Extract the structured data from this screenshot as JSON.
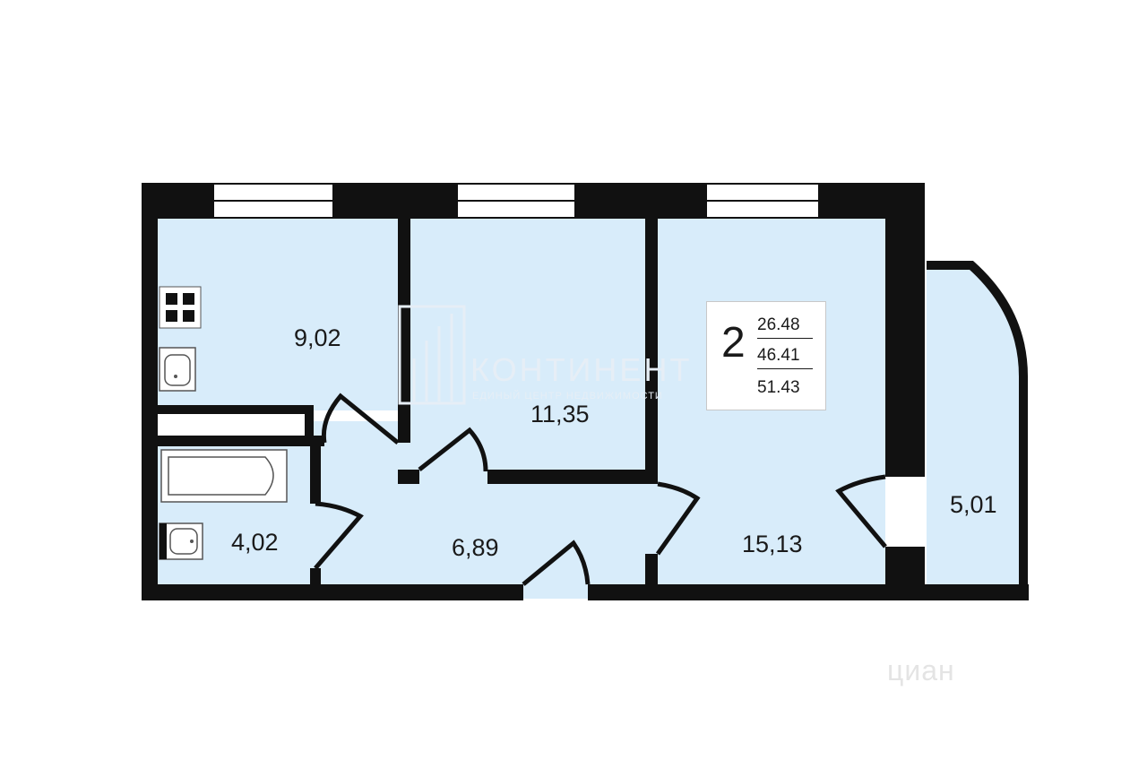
{
  "rooms": [
    {
      "id": "kitchen",
      "area": "9,02"
    },
    {
      "id": "bedroom",
      "area": "11,35"
    },
    {
      "id": "living-room",
      "area": "15,13"
    },
    {
      "id": "bathroom",
      "area": "4,02"
    },
    {
      "id": "hallway",
      "area": "6,89"
    },
    {
      "id": "balcony",
      "area": "5,01"
    }
  ],
  "summary": {
    "rooms_count": "2",
    "living_area": "26.48",
    "total_area": "46.41",
    "total_with_balcony": "51.43"
  },
  "watermarks": {
    "agency": "КОНТИНЕНТ",
    "agency_sub": "ЕДИНЫЙ ЦЕНТР НЕДВИЖИМОСТИ",
    "site": "циан"
  },
  "colors": {
    "room_fill": "#d8ecfa",
    "wall": "#111111",
    "window": "#ffffff"
  }
}
